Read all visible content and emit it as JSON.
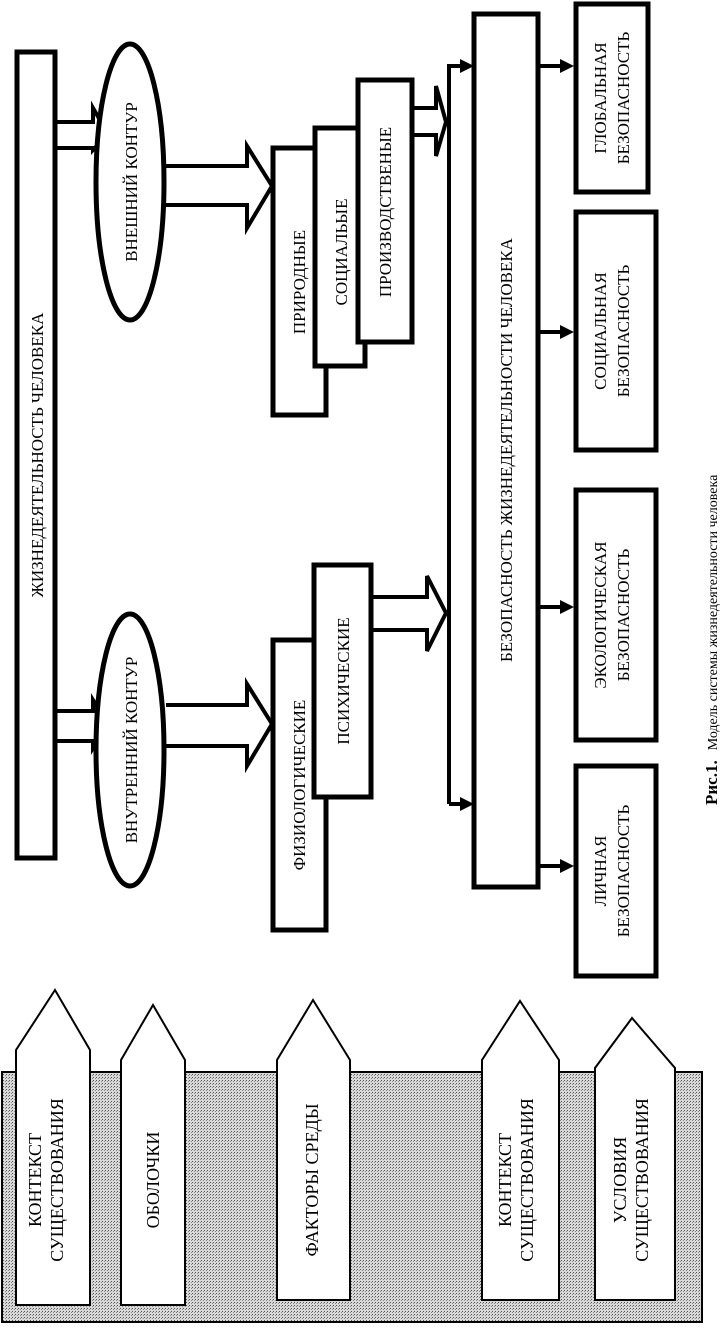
{
  "diagram": {
    "main_box": "ЖИЗНЕДЕЯТЕЛЬНОСТЬ ЧЕЛОВЕКА",
    "contours": {
      "outer": "ВНЕШНИЙ КОНТУР",
      "inner": "ВНУТРЕННИЙ КОНТУР"
    },
    "outer_factors": [
      "ПРИРОДНЫЕ",
      "СОЦИАЛЬЫЕ",
      "ПРОИЗВОДСТВЕНЫЕ"
    ],
    "inner_factors": [
      "ФИЗИОЛОГИЧЕСКИЕ",
      "ПСИХИЧЕСКИЕ"
    ],
    "safety_box": "БЕЗОПАСНОСТЬ ЖИЗНЕДЕЯТЕЛЬНОСТИ ЧЕЛОВЕКА",
    "safety_types": [
      {
        "line1": "ГЛОБАЛЬНАЯ",
        "line2": "БЕЗОПАСНОСТЬ"
      },
      {
        "line1": "СОЦИАЛЬНАЯ",
        "line2": "БЕЗОПАСНОСТЬ"
      },
      {
        "line1": "ЭКОЛОГИЧЕСКАЯ",
        "line2": "БЕЗОПАСНОСТЬ"
      },
      {
        "line1": "ЛИЧНАЯ",
        "line2": "БЕЗОПАСНОСТЬ"
      }
    ],
    "levels": [
      {
        "line1": "КОНТЕКСТ",
        "line2": "СУЩЕСТВОВАНИЯ"
      },
      {
        "line1": "ОБОЛОЧКИ",
        "line2": ""
      },
      {
        "line1": "ФАКТОРЫ СРЕДЫ",
        "line2": ""
      },
      {
        "line1": "КОНТЕКСТ",
        "line2": "СУЩЕСТВОВАНИЯ"
      },
      {
        "line1": "УСЛОВИЯ",
        "line2": "СУЩЕСТВОВАНИЯ"
      }
    ],
    "caption": {
      "label": "Рис.1.",
      "text": "Модель системы жизнедеятельности человека"
    }
  }
}
